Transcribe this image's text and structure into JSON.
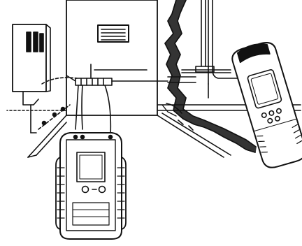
{
  "diagram": {
    "components": [
      {
        "id": "distribution-panel",
        "kind": "electrical panel with breaker switches"
      },
      {
        "id": "room-corner",
        "kind": "room walls and floor"
      },
      {
        "id": "wall-vent",
        "kind": "wall vent grille"
      },
      {
        "id": "junction-box",
        "kind": "wall junction box with terminals"
      },
      {
        "id": "cable-conduits",
        "kind": "vertical conduits"
      },
      {
        "id": "wall-crack",
        "kind": "cut-away cable channel"
      },
      {
        "id": "transmitter-meter",
        "kind": "handheld cable tracer transmitter"
      },
      {
        "id": "receiver-probe",
        "kind": "handheld cable locator receiver"
      }
    ],
    "connections": [
      {
        "from": "distribution-panel",
        "to": "junction-box",
        "style": "dashed"
      },
      {
        "from": "junction-box",
        "to": "transmitter-meter",
        "style": "solid"
      },
      {
        "from": "junction-box",
        "to": "cable-conduits",
        "style": "solid"
      }
    ],
    "colors": {
      "ink": "#111111",
      "paper": "#ffffff",
      "shade": "#cfcfcf"
    }
  }
}
